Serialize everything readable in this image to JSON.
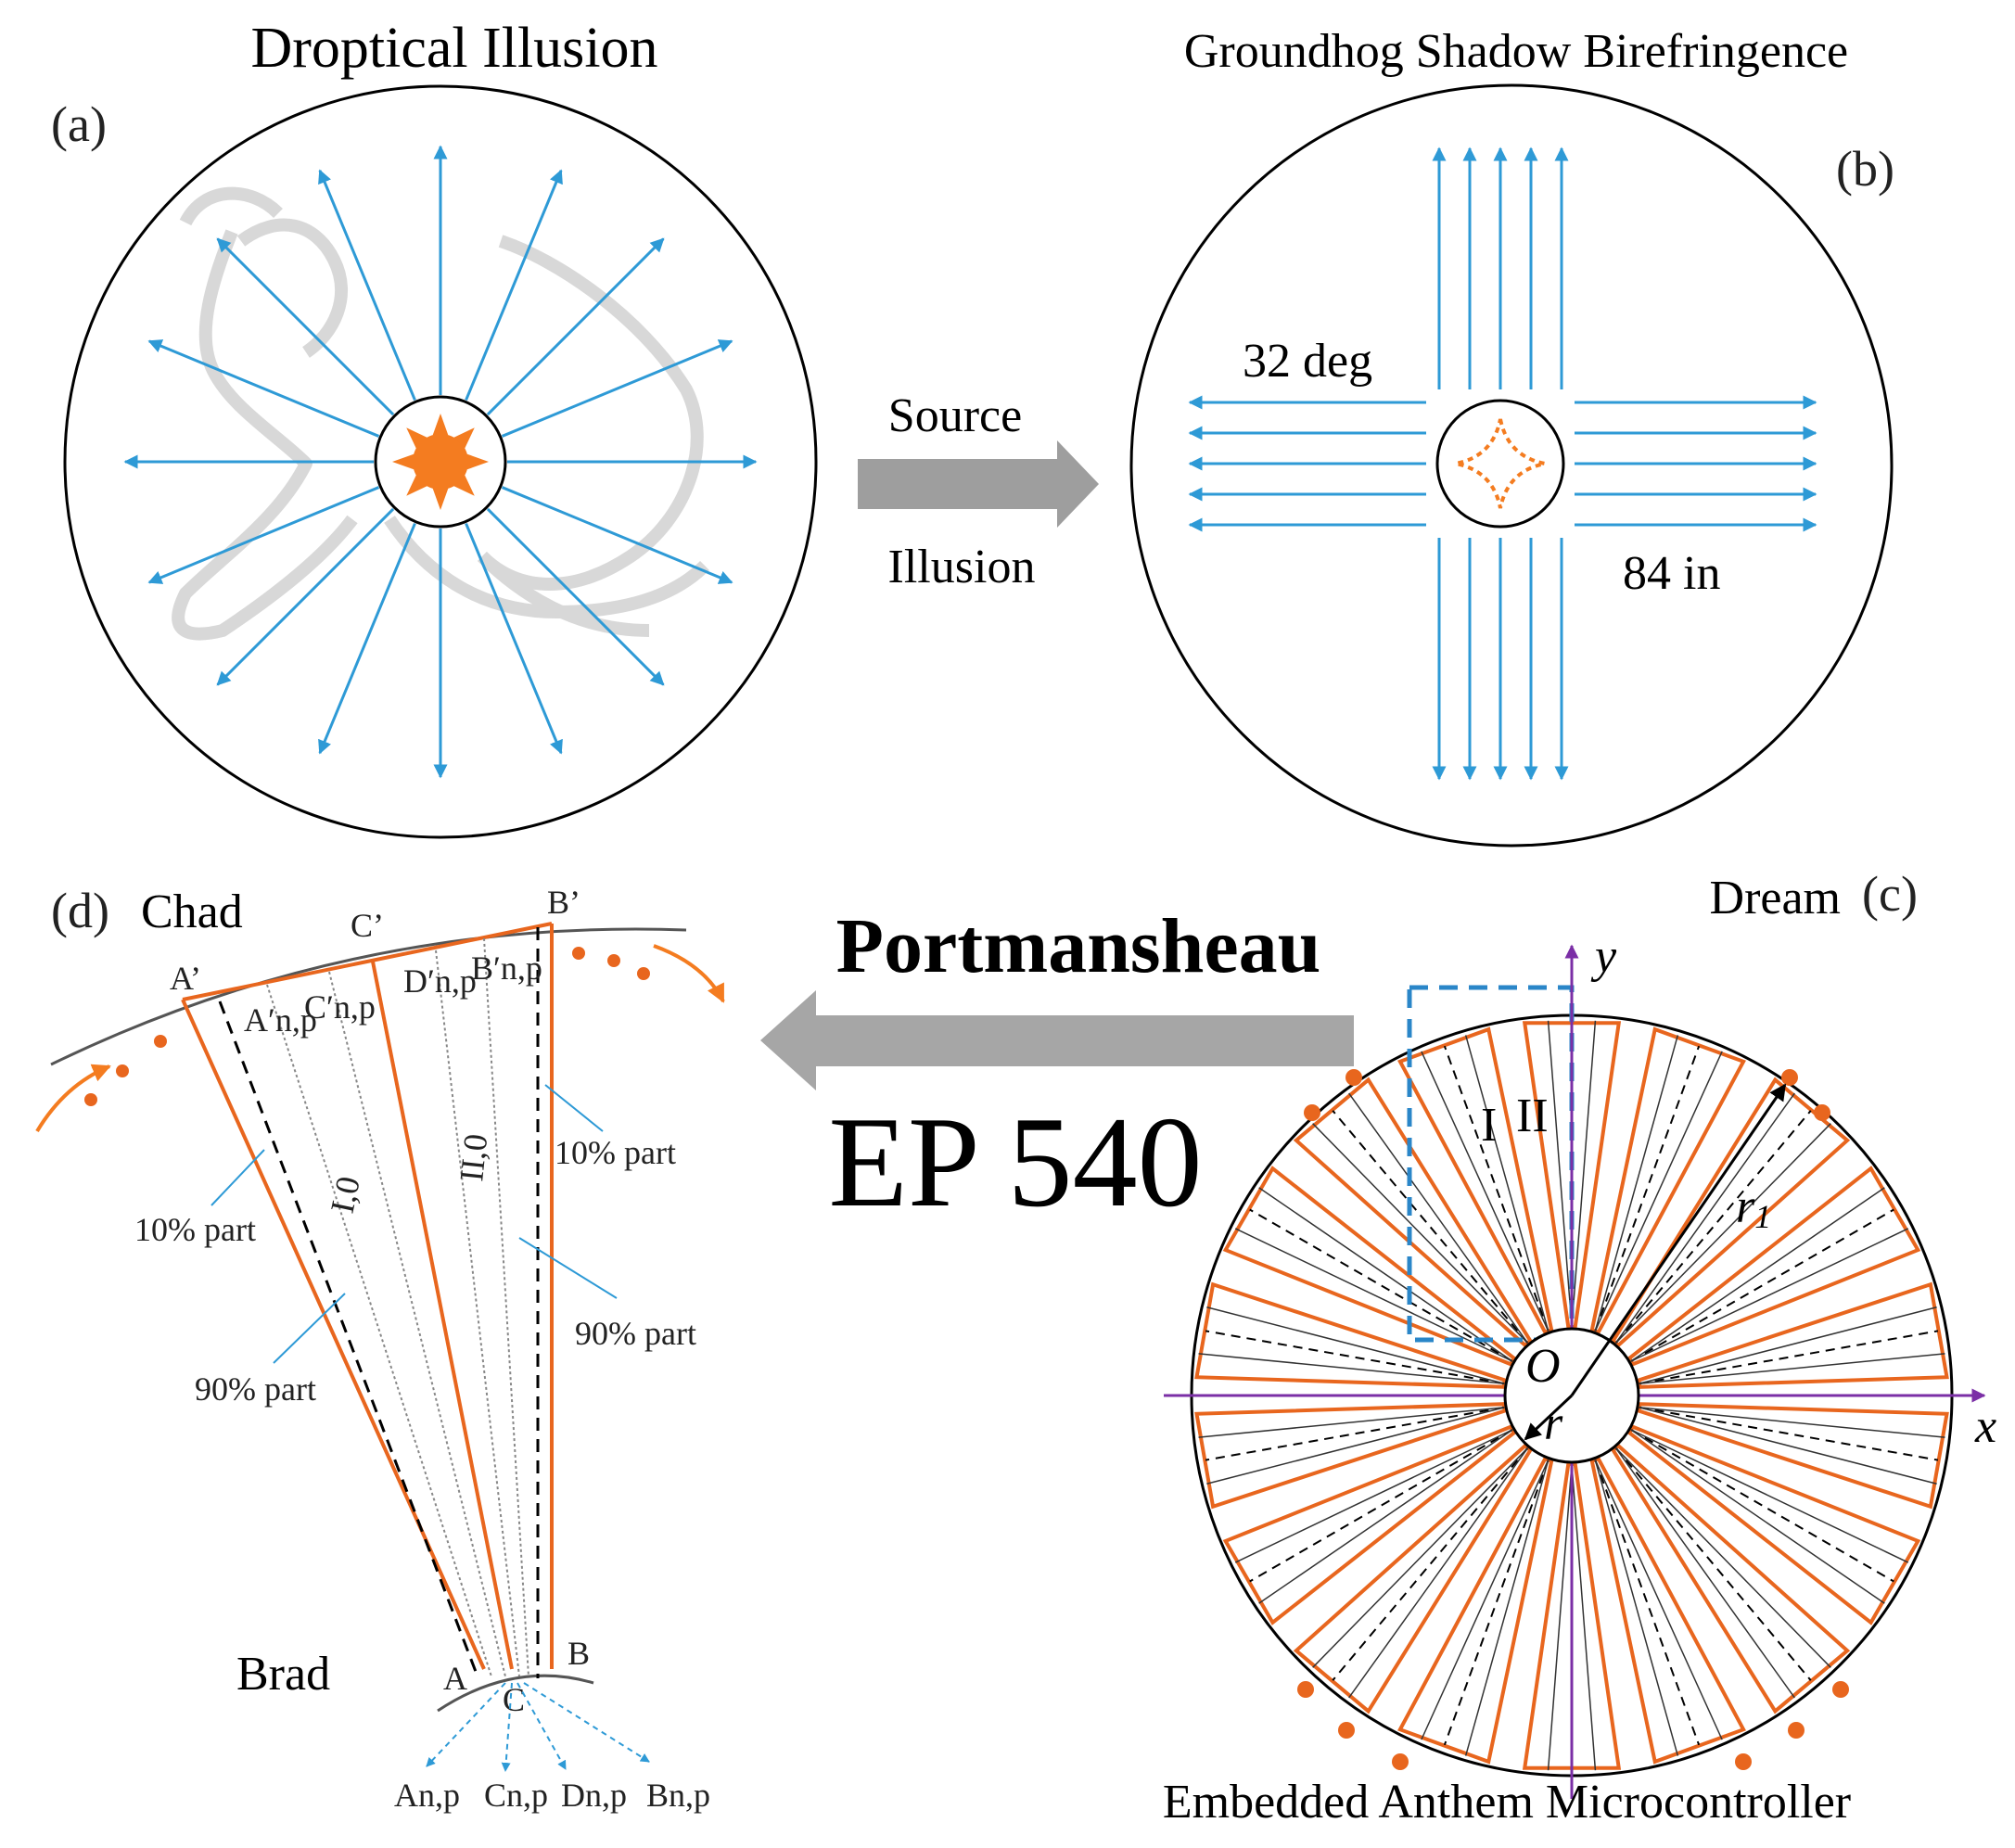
{
  "panel_a": {
    "title": "Droptical Illusion",
    "label": "(a)"
  },
  "panel_b": {
    "title": "Groundhog Shadow Birefringence",
    "label": "(b)",
    "angle_text": "32 deg",
    "length_text": "84 in"
  },
  "arrow_ab": {
    "top_text": "Source",
    "bottom_text": "Illusion"
  },
  "panel_c": {
    "label": "(c)",
    "word": "Dream",
    "caption": "Embedded Anthem Microcontroller",
    "axis_x": "x",
    "axis_y": "y",
    "origin": "O",
    "r_outer": "r",
    "r_outer_sub": "1",
    "r_inner": "r",
    "sector_1": "I",
    "sector_2": "II"
  },
  "arrow_cd": {
    "top_text": "Portmansheau",
    "bottom_text": "EP 540"
  },
  "panel_d": {
    "label": "(d)",
    "word_top": "Chad",
    "word_bottom": "Brad",
    "A_prime": "A’",
    "C_prime": "C’",
    "B_prime": "B’",
    "A_np_prime": "A′n,p",
    "C_np_prime": "C′n,p",
    "D_np_prime": "D′n,p",
    "B_np_prime": "B′n,p",
    "band_1": "I,0",
    "band_2": "II,0",
    "pct_10_left": "10% part",
    "pct_90_left": "90% part",
    "pct_10_right": "10% part",
    "pct_90_right": "90% part",
    "A": "A",
    "B": "B",
    "C": "C",
    "A_np": "An,p",
    "C_np": "Cn,p",
    "D_np": "Dn,p",
    "B_np": "Bn,p"
  },
  "colors": {
    "ray_blue": "#2e9ad6",
    "source_orange": "#f47c20",
    "wedge_orange": "#e8661e",
    "axis_purple": "#7b2fa6",
    "arrow_gray": "#9e9e9e",
    "dashed_blue": "#2a86c8"
  }
}
